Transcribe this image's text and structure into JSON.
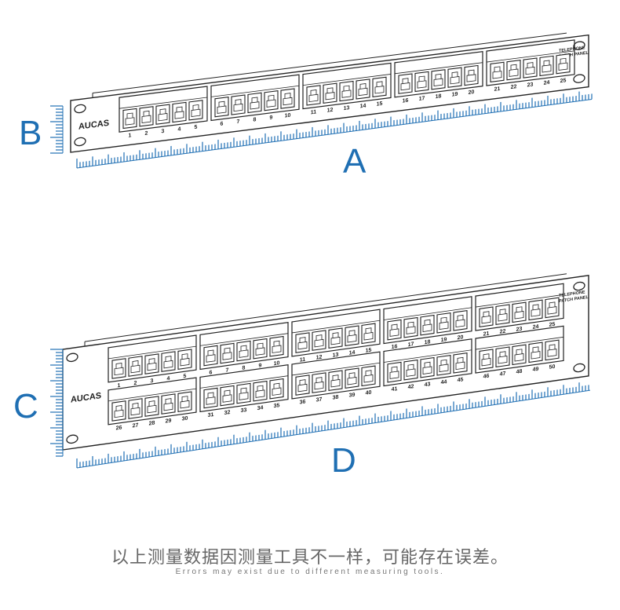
{
  "colors": {
    "accent": "#1f6fb3",
    "line": "#222222"
  },
  "panel_24": {
    "brand": "AUCAS",
    "side_label": [
      "TELEPHONE",
      "PATCH PANEL"
    ],
    "port_labels": [
      "1",
      "2",
      "3",
      "4",
      "5",
      "6",
      "7",
      "8",
      "9",
      "10",
      "11",
      "12",
      "13",
      "14",
      "15",
      "16",
      "17",
      "18",
      "19",
      "20",
      "21",
      "22",
      "23",
      "24",
      "25"
    ]
  },
  "panel_50": {
    "brand": "AUCAS",
    "side_label": [
      "TELEPHONE",
      "PATCH PANEL"
    ],
    "port_labels": [
      "1",
      "2",
      "3",
      "4",
      "5",
      "6",
      "7",
      "8",
      "9",
      "10",
      "11",
      "12",
      "13",
      "14",
      "15",
      "16",
      "17",
      "18",
      "19",
      "20",
      "21",
      "22",
      "23",
      "24",
      "25",
      "26",
      "27",
      "28",
      "29",
      "30",
      "31",
      "32",
      "33",
      "34",
      "35",
      "36",
      "37",
      "38",
      "39",
      "40",
      "41",
      "42",
      "43",
      "44",
      "45",
      "46",
      "47",
      "48",
      "49",
      "50"
    ]
  },
  "dimensions": {
    "a": "A",
    "b": "B",
    "c": "C",
    "d": "D"
  },
  "caption": {
    "cn": "以上测量数据因测量工具不一样，可能存在误差。",
    "en": "Errors may exist due to different measuring tools."
  }
}
